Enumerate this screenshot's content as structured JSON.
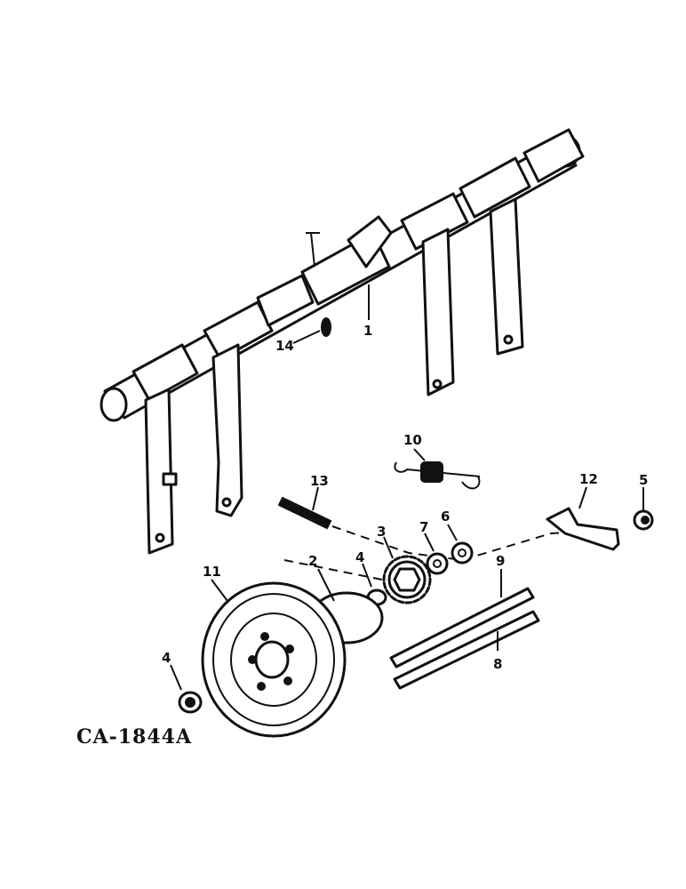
{
  "drawing_code": "CA-1844A",
  "callouts": {
    "c1": "1",
    "c2": "2",
    "c3": "3",
    "c4a": "4",
    "c4b": "4",
    "c5": "5",
    "c6": "6",
    "c7": "7",
    "c8": "8",
    "c9": "9",
    "c10": "10",
    "c11": "11",
    "c12": "12",
    "c13": "13",
    "c14": "14"
  }
}
